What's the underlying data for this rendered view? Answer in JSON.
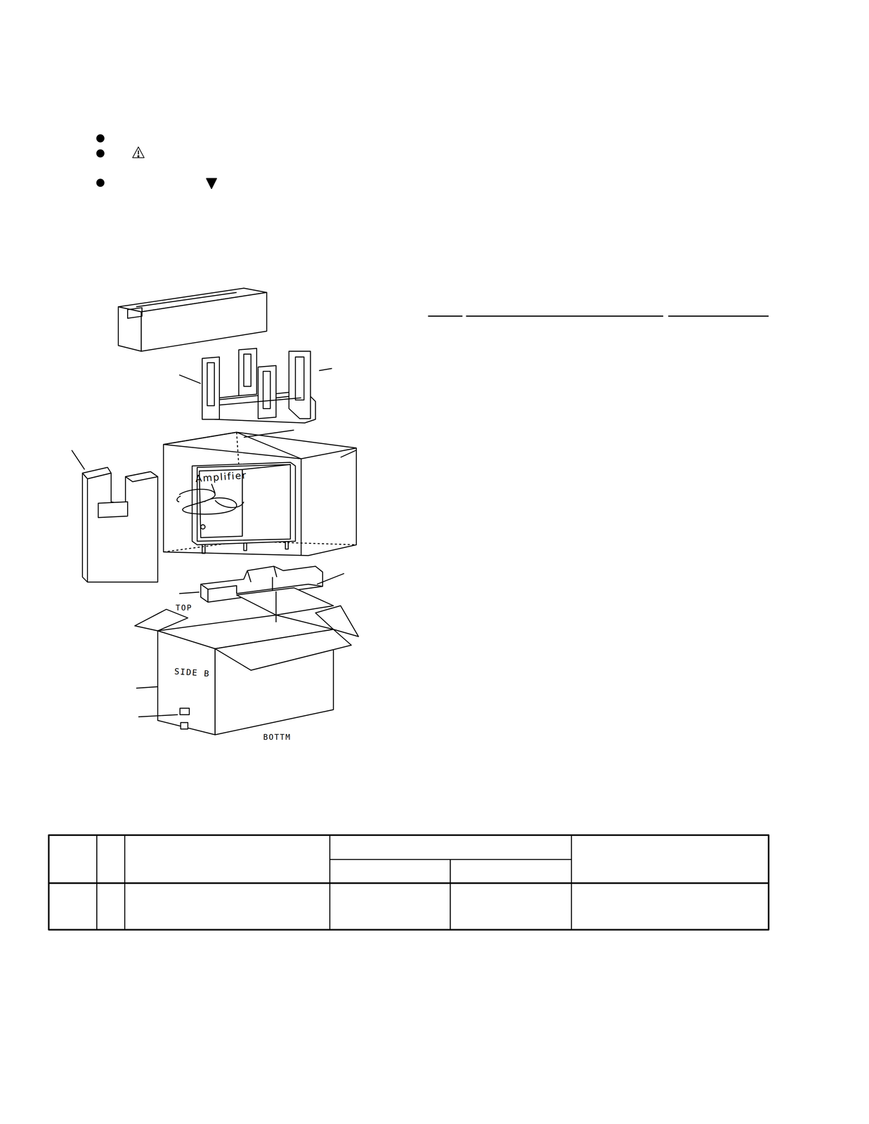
{
  "diagram": {
    "labels": [
      "Amplifier",
      "TOP",
      "SIDE B",
      "BOTTM"
    ]
  }
}
